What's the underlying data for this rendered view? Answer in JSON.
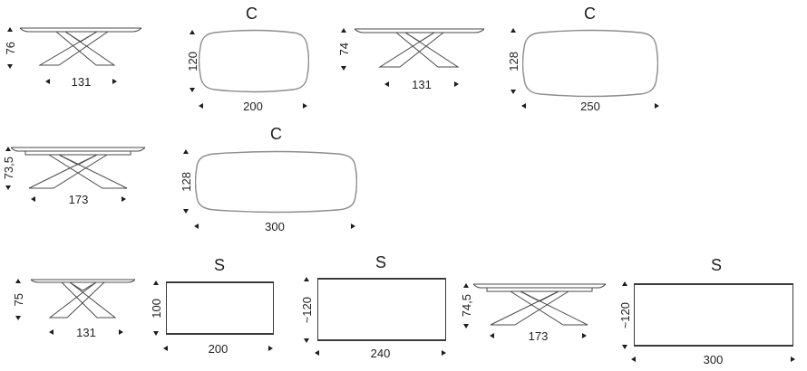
{
  "page": {
    "background_color": "#ffffff",
    "drawing_line_color": "#4a4a4a",
    "oval_line_color": "#8d8d8d",
    "text_color": "#1d1d1d"
  },
  "figures": [
    {
      "id": "front-view-1",
      "type": "front-view-table",
      "shape_label": "",
      "height_label": "76",
      "width_label": "131"
    },
    {
      "id": "top-oval-200",
      "type": "oval-top",
      "shape_label": "C",
      "height_label": "120",
      "width_label": "200"
    },
    {
      "id": "front-view-2",
      "type": "front-view-table",
      "shape_label": "",
      "height_label": "74",
      "width_label": "131"
    },
    {
      "id": "top-oval-250",
      "type": "oval-top",
      "shape_label": "C",
      "height_label": "128",
      "width_label": "250"
    },
    {
      "id": "front-view-3",
      "type": "front-view-table",
      "shape_label": "",
      "height_label": "73,5",
      "width_label": "173"
    },
    {
      "id": "top-oval-300",
      "type": "oval-top",
      "shape_label": "C",
      "height_label": "128",
      "width_label": "300"
    },
    {
      "id": "front-view-4",
      "type": "front-view-table",
      "shape_label": "",
      "height_label": "75",
      "width_label": "131"
    },
    {
      "id": "top-rect-200",
      "type": "rect-top",
      "shape_label": "S",
      "height_label": "100",
      "width_label": "200"
    },
    {
      "id": "top-rect-240",
      "type": "rect-top",
      "shape_label": "S",
      "height_label": "~120",
      "width_label": "240"
    },
    {
      "id": "front-view-5",
      "type": "front-view-table",
      "shape_label": "",
      "height_label": "74,5",
      "width_label": "173"
    },
    {
      "id": "top-rect-300",
      "type": "rect-top",
      "shape_label": "S",
      "height_label": "~120",
      "width_label": "300"
    }
  ]
}
